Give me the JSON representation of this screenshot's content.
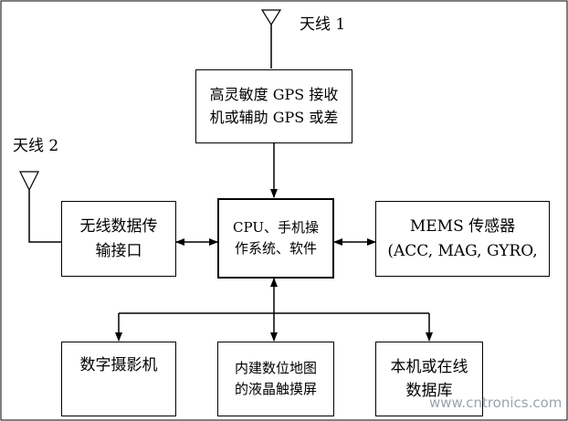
{
  "antenna1": "天线 1",
  "antenna2": "天线 2",
  "boxes": {
    "gps": [
      "高灵敏度 GPS 接收",
      "机或辅助 GPS 或差"
    ],
    "wireless": [
      "无线数据传",
      "输接口"
    ],
    "cpu": [
      "CPU、手机操",
      "作系统、软件"
    ],
    "mems": [
      "MEMS 传感器",
      "(ACC, MAG, GYRO,"
    ],
    "camera": [
      "数字摄影机"
    ],
    "lcd": [
      "内建数位地图",
      "的液晶触摸屏"
    ],
    "database": [
      "本机或在线",
      "数据库"
    ]
  },
  "watermark": "www.cntronics.com"
}
